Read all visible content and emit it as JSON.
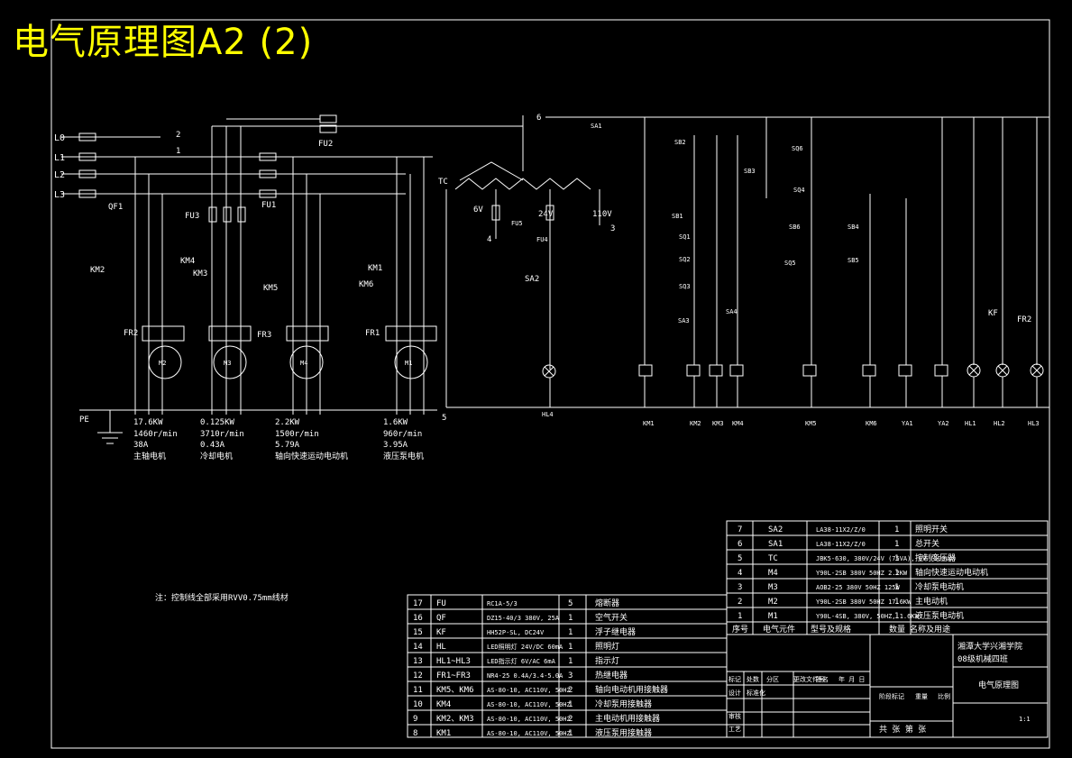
{
  "title": "电气原理图A2 (2)",
  "note": "注：控制线全部采用RVV0.75mm线材",
  "power": {
    "lines": [
      "L0",
      "L1",
      "L2",
      "L3"
    ],
    "qf": "QF1",
    "fuses": [
      "FU1",
      "FU2",
      "FU3",
      "FU4",
      "FU5"
    ],
    "nodes": [
      "1",
      "2",
      "3",
      "4",
      "5",
      "6"
    ],
    "tc": "TC",
    "voltages": [
      "6V",
      "24V",
      "110V"
    ],
    "sa": [
      "SA1",
      "SA2"
    ],
    "pe": "PE"
  },
  "contactors": [
    "KM1",
    "KM2",
    "KM3",
    "KM4",
    "KM5",
    "KM6"
  ],
  "relays": [
    "FR1",
    "FR2",
    "FR3"
  ],
  "motors": [
    {
      "id": "M2",
      "power": "17.6KW",
      "speed": "1460r/min",
      "current": "38A",
      "name": "主轴电机"
    },
    {
      "id": "M3",
      "power": "0.125KW",
      "speed": "3710r/min",
      "current": "0.43A",
      "name": "冷却电机"
    },
    {
      "id": "M4",
      "power": "2.2KW",
      "speed": "1500r/min",
      "current": "5.79A",
      "name": "轴向快速运动电动机"
    },
    {
      "id": "M1",
      "power": "1.6KW",
      "speed": "960r/min",
      "current": "3.95A",
      "name": "液压泵电机"
    }
  ],
  "control": {
    "buttons": [
      "SB1",
      "SB2",
      "SB3",
      "SB4",
      "SB5",
      "SB6",
      "SQ1",
      "SQ2",
      "SQ3",
      "SQ4",
      "SQ5",
      "SQ6",
      "SA3",
      "SA4"
    ],
    "coil_labels": [
      "KM1",
      "KM2",
      "KM3",
      "KM4",
      "KM5",
      "KM6",
      "YA1",
      "YA2",
      "HL1",
      "HL2",
      "HL3"
    ],
    "lamp": "HL4",
    "kf": "KF",
    "fr2": "FR2"
  },
  "bom_right": {
    "headers": [
      "序号",
      "电气元件",
      "型号及规格",
      "数量",
      "名称及用途"
    ],
    "rows": [
      [
        "7",
        "SA2",
        "LA38-11X2/Z/0",
        "1",
        "照明开关"
      ],
      [
        "6",
        "SA1",
        "LA38-11X2/Z/0",
        "1",
        "总开关"
      ],
      [
        "5",
        "TC",
        "JBK5-630, 380V/24V (75VA), 6V (100VA)",
        "1",
        "控制变压器"
      ],
      [
        "4",
        "M4",
        "Y90L-2SB 380V 50HZ 2.2KW",
        "1",
        "轴向快速运动电动机"
      ],
      [
        "3",
        "M3",
        "AOB2-25 380V 50HZ 125W",
        "1",
        "冷却泵电动机"
      ],
      [
        "2",
        "M2",
        "Y90L-2SB 380V 50HZ 17.6KW",
        "1",
        "主电动机"
      ],
      [
        "1",
        "M1",
        "Y90L-4SB, 380V, 50HZ, 1.6KW",
        "1",
        "液压泵电动机"
      ]
    ]
  },
  "bom_left": {
    "rows": [
      [
        "17",
        "FU",
        "RC1A-5/3",
        "5",
        "熔断器"
      ],
      [
        "16",
        "QF",
        "DZ15-40/3 380V, 25A",
        "1",
        "空气开关"
      ],
      [
        "15",
        "KF",
        "HH52P-SL, DC24V",
        "1",
        "浮子继电器"
      ],
      [
        "14",
        "HL",
        "LED照明灯 24V/DC 60mA",
        "1",
        "照明灯"
      ],
      [
        "13",
        "HL1~HL3",
        "LED指示灯 6V/AC 6mA",
        "1",
        "指示灯"
      ],
      [
        "12",
        "FR1~FR3",
        "NR4-25 0.4A/3.4-5.0A",
        "3",
        "热继电器"
      ],
      [
        "11",
        "KM5、KM6",
        "AS-80-10, AC110V, 50HZ",
        "2",
        "轴向电动机用接触器"
      ],
      [
        "10",
        "KM4",
        "AS-80-10, AC110V, 50HZ",
        "1",
        "冷却泵用接触器"
      ],
      [
        "9",
        "KM2、KM3",
        "AS-80-10, AC110V, 50HZ",
        "2",
        "主电动机用接触器"
      ],
      [
        "8",
        "KM1",
        "AS-80-10, AC110V, 50HZ",
        "1",
        "液压泵用接触器"
      ]
    ]
  },
  "title_block": {
    "school": "湘潭大学兴湘学院",
    "class": "08级机械四班",
    "drawing": "电气原理图",
    "fields": [
      "标记",
      "处数",
      "分区",
      "更改文件号",
      "签名",
      "年 月 日",
      "设计",
      "标准化",
      "审核",
      "工艺",
      "阶段标记",
      "重量",
      "比例"
    ],
    "scale": "1:1",
    "sheet": "共   张 第   张"
  }
}
